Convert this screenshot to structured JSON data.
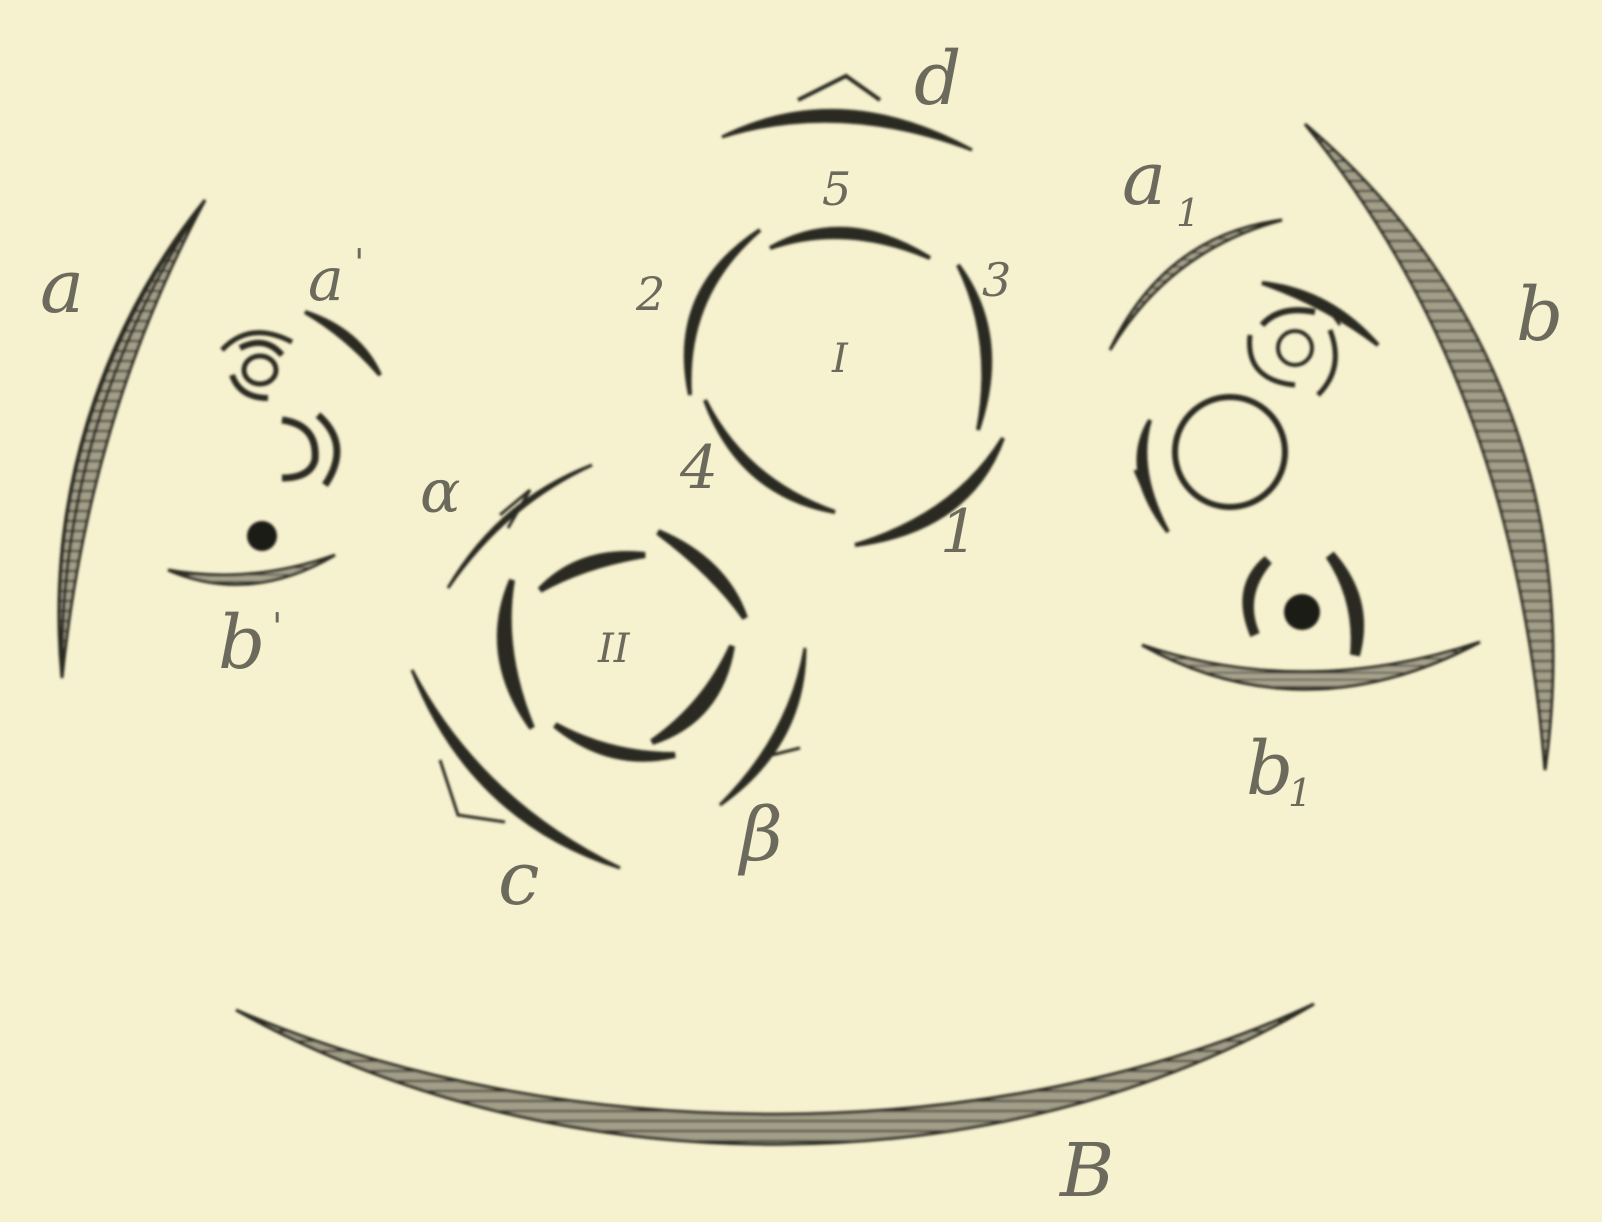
{
  "diagram": {
    "colors": {
      "background": "#f6f1cf",
      "ink": "#2b2a22",
      "hatch": "#8d8a78",
      "label": "#6c6a5c"
    },
    "labels": {
      "a": "a",
      "a_prime": "a",
      "a_prime_mark": "'",
      "a_sub": "a",
      "a_sub_index": "1",
      "alpha": "α",
      "b": "b",
      "b_prime": "b",
      "b_prime_mark": "'",
      "b_sub": "b",
      "b_sub_index": "1",
      "beta": "β",
      "c": "c",
      "d": "d",
      "B": "B",
      "center_I": "I",
      "center_II": "II",
      "n1": "1",
      "n2": "2",
      "n3": "3",
      "n4": "4",
      "n5": "5"
    }
  }
}
